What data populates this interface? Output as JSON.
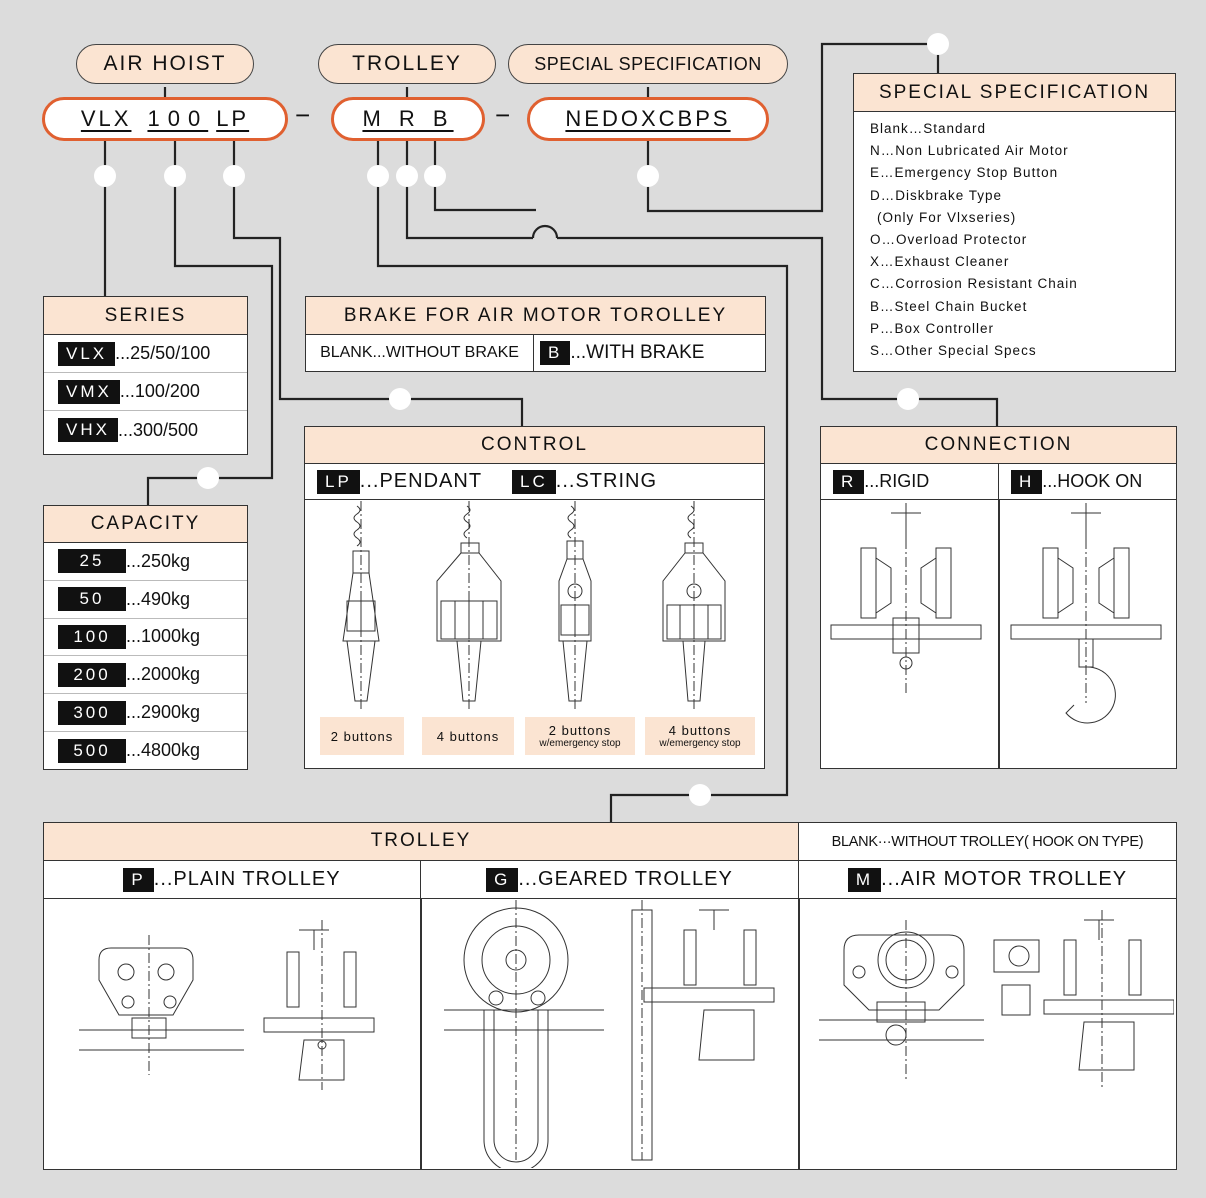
{
  "pills": {
    "air_hoist": "AIR HOIST",
    "trolley": "TROLLEY",
    "special": "SPECIAL SPECIFICATION"
  },
  "codes": {
    "hoist_series": "VLX",
    "hoist_capacity": "100",
    "hoist_control": "LP",
    "trolley_code": "M R B",
    "special_code": "NEDOXCBPS",
    "dash": "−"
  },
  "special_spec": {
    "title": "SPECIAL SPECIFICATION",
    "items": [
      "Blank…Standard",
      "N…Non Lubricated Air Motor",
      "E…Emergency Stop Button",
      "D…Diskbrake Type",
      "(Only For Vlxseries)",
      "O…Overload Protector",
      "X…Exhaust Cleaner",
      "C…Corrosion Resistant Chain",
      "B…Steel Chain Bucket",
      "P…Box Controller",
      "S…Other Special Specs"
    ]
  },
  "series": {
    "title": "SERIES",
    "rows": [
      {
        "code": "VLX",
        "text": "...25/50/100"
      },
      {
        "code": "VMX",
        "text": "...100/200"
      },
      {
        "code": "VHX",
        "text": "...300/500"
      }
    ]
  },
  "brake": {
    "title": "BRAKE FOR AIR MOTOR TOROLLEY",
    "left": "BLANK...WITHOUT BRAKE",
    "code": "B",
    "right": "...WITH BRAKE"
  },
  "capacity": {
    "title": "CAPACITY",
    "rows": [
      {
        "code": "25",
        "text": "...250kg"
      },
      {
        "code": "50",
        "text": "...490kg"
      },
      {
        "code": "100",
        "text": "...1000kg"
      },
      {
        "code": "200",
        "text": "...2000kg"
      },
      {
        "code": "300",
        "text": "...2900kg"
      },
      {
        "code": "500",
        "text": "...4800kg"
      }
    ]
  },
  "control": {
    "title": "CONTROL",
    "lp_code": "LP",
    "lp_text": "...PENDANT",
    "lc_code": "LC",
    "lc_text": "...STRING",
    "buttons": [
      {
        "label": "2 buttons",
        "sub": ""
      },
      {
        "label": "4 buttons",
        "sub": ""
      },
      {
        "label": "2 buttons",
        "sub": "w/emergency stop"
      },
      {
        "label": "4 buttons",
        "sub": "w/emergency stop"
      }
    ]
  },
  "connection": {
    "title": "CONNECTION",
    "r_code": "R",
    "r_text": "...RIGID",
    "h_code": "H",
    "h_text": "...HOOK ON"
  },
  "trolley": {
    "title": "TROLLEY",
    "blank": "BLANK···WITHOUT TROLLEY( HOOK ON TYPE)",
    "p_code": "P",
    "p_text": "...PLAIN TROLLEY",
    "g_code": "G",
    "g_text": "...GEARED TROLLEY",
    "m_code": "M",
    "m_text": "...AIR MOTOR TROLLEY"
  }
}
